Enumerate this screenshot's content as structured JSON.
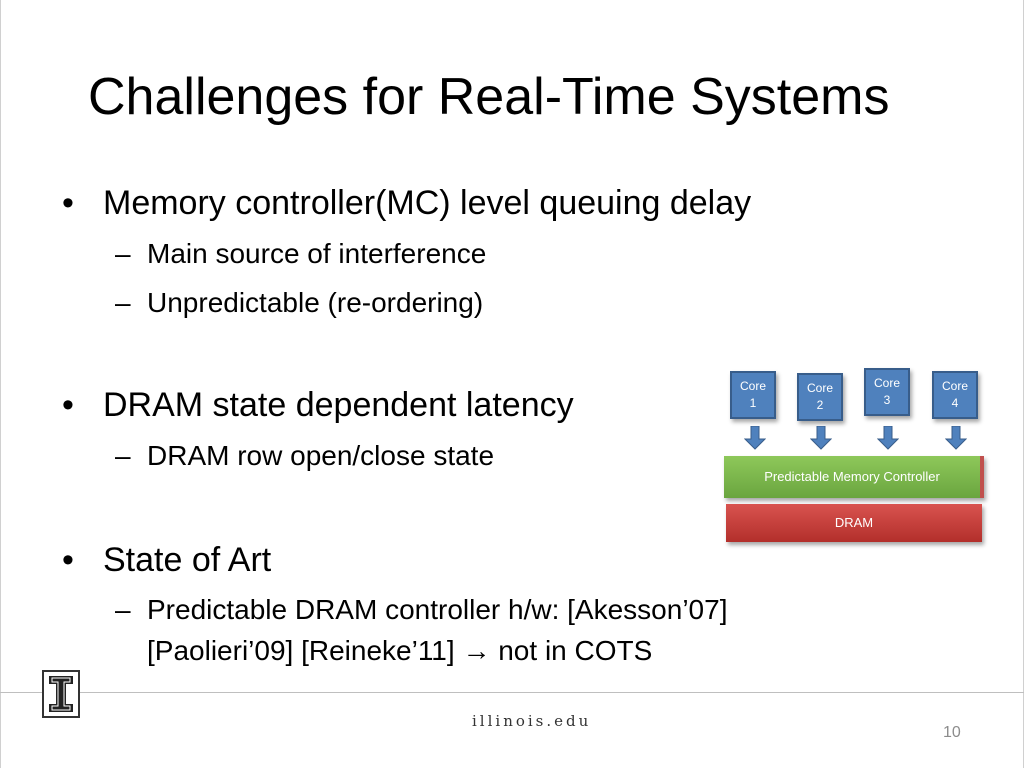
{
  "slide": {
    "title": "Challenges for Real-Time Systems",
    "bullets": [
      {
        "text": "Memory controller(MC) level queuing delay",
        "subs": [
          "Main source of interference",
          "Unpredictable (re-ordering)"
        ]
      },
      {
        "text": "DRAM state dependent latency",
        "subs": [
          "DRAM row open/close state"
        ]
      },
      {
        "text": "State of Art",
        "subs_multi": {
          "line1": "Predictable DRAM controller h/w: [Akesson’07]",
          "line2_a": "[Paolieri’09] [Reineke’11]",
          "arrow": "→",
          "line2_b": "not in COTS"
        }
      }
    ],
    "bullet_glyph": "•",
    "dash_glyph": "–"
  },
  "diagram": {
    "cores": [
      {
        "line1": "Core",
        "line2": "1"
      },
      {
        "line1": "Core",
        "line2": "2"
      },
      {
        "line1": "Core",
        "line2": "3"
      },
      {
        "line1": "Core",
        "line2": "4"
      }
    ],
    "controller_label": "Predictable Memory Controller",
    "dram_label": "DRAM",
    "colors": {
      "core": "#4f81bd",
      "controller": "#7ab648",
      "dram": "#c0504d"
    }
  },
  "footer": {
    "site": "illinois.edu",
    "page_number": "10",
    "logo_icon": "illinois-block-i-logo"
  }
}
